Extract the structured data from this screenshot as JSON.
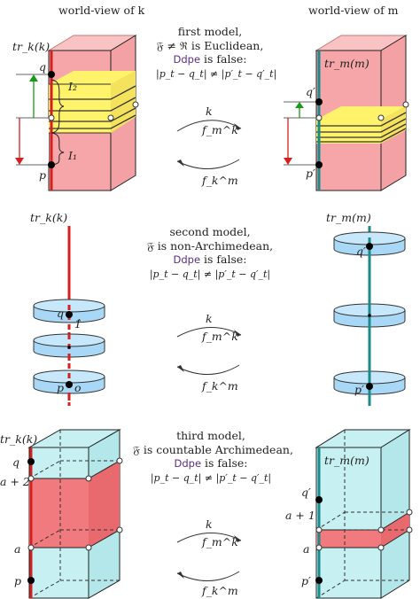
{
  "header": {
    "left": "world-view of k",
    "right": "world-view of m"
  },
  "model1": {
    "line1": "first model,",
    "line2": "𝔉 ≠ ℜ is Euclidean,",
    "line3_term": "Ddpe",
    "line3_rest": " is false:",
    "line4": "|p_t − q_t| ≠ |p′_t − q′_t|",
    "left_axis": "tr_k(k)",
    "right_axis": "tr_m(m)",
    "q": "q",
    "p": "p",
    "I2": "I₂",
    "I1": "I₁",
    "q_prime": "q′",
    "p_prime": "p′",
    "arrow_top": "k",
    "f_top": "f_m^k",
    "f_bottom": "f_k^m"
  },
  "model2": {
    "line1": "second model,",
    "line2": "𝔉 is non-Archimedean,",
    "line3_term": "Ddpe",
    "line3_rest": " is false:",
    "line4": "|p_t − q_t| ≠ |p′_t − q′_t|",
    "left_axis": "tr_k(k)",
    "right_axis": "tr_m(m)",
    "q": "q",
    "one": "1̂",
    "p": "p",
    "o": "o",
    "q_prime": "q′",
    "p_prime": "p′",
    "arrow_top": "k",
    "f_top": "f_m^k",
    "f_bottom": "f_k^m"
  },
  "model3": {
    "line1": "third model,",
    "line2": "𝔉 is countable Archimedean,",
    "line3_term": "Ddpe",
    "line3_rest": " is false:",
    "line4": "|p_t − q_t| ≠ |p′_t − q′_t|",
    "left_axis": "tr_k(k)",
    "right_axis": "tr_m(m)",
    "q": "q",
    "a_plus_2": "a + 2",
    "a": "a",
    "p": "p",
    "q_prime": "q′",
    "a_plus_1": "a + 1",
    "a_right": "a",
    "p_prime": "p′",
    "arrow_top": "k",
    "f_top": "f_m^k",
    "f_bottom": "f_k^m"
  },
  "colors": {
    "pink": "#f6a0a3",
    "red_band": "#f07a7e",
    "yellow": "#fff36b",
    "cyan": "#c6f0f2",
    "disk": "#a8d8f5",
    "worldline_k": "#d62020",
    "worldline_m": "#1a8a8a",
    "green": "#1a9a1a"
  }
}
